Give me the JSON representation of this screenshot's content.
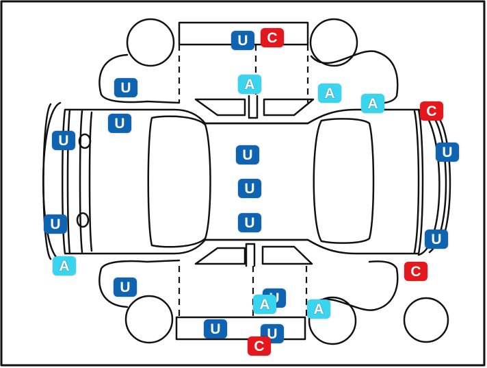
{
  "legend_codes": {
    "U": "U",
    "A": "A",
    "C": "C"
  },
  "colors": {
    "U": "#0e64b0",
    "A": "#39d4ee",
    "C": "#e4171c",
    "line": "#111111"
  },
  "markers": [
    {
      "id": "u-roof-top",
      "code": "U"
    },
    {
      "id": "c-roof-top",
      "code": "C"
    },
    {
      "id": "u-left-front-fender",
      "code": "U"
    },
    {
      "id": "a-windshield-top",
      "code": "A"
    },
    {
      "id": "a-right-upper-door",
      "code": "A"
    },
    {
      "id": "a-right-upper-rear",
      "code": "A"
    },
    {
      "id": "c-rear-top-corner",
      "code": "C"
    },
    {
      "id": "u-left-hood-edge",
      "code": "U"
    },
    {
      "id": "u-front-bumper-top",
      "code": "U"
    },
    {
      "id": "u-rear-bumper-top",
      "code": "U"
    },
    {
      "id": "u-roof-center-1",
      "code": "U"
    },
    {
      "id": "u-roof-center-2",
      "code": "U"
    },
    {
      "id": "u-roof-center-3",
      "code": "U"
    },
    {
      "id": "u-front-bumper-bottom",
      "code": "U"
    },
    {
      "id": "u-rear-bumper-bottom",
      "code": "U"
    },
    {
      "id": "a-front-bumper-corner",
      "code": "A"
    },
    {
      "id": "c-rear-bottom-corner",
      "code": "C"
    },
    {
      "id": "u-left-lower-fender",
      "code": "U"
    },
    {
      "id": "u-lower-door-1",
      "code": "U"
    },
    {
      "id": "a-lower-door-1",
      "code": "A"
    },
    {
      "id": "a-lower-rear-door",
      "code": "A"
    },
    {
      "id": "u-lower-sill-left",
      "code": "U"
    },
    {
      "id": "u-lower-sill-right",
      "code": "U"
    },
    {
      "id": "c-lower-sill",
      "code": "C"
    }
  ]
}
